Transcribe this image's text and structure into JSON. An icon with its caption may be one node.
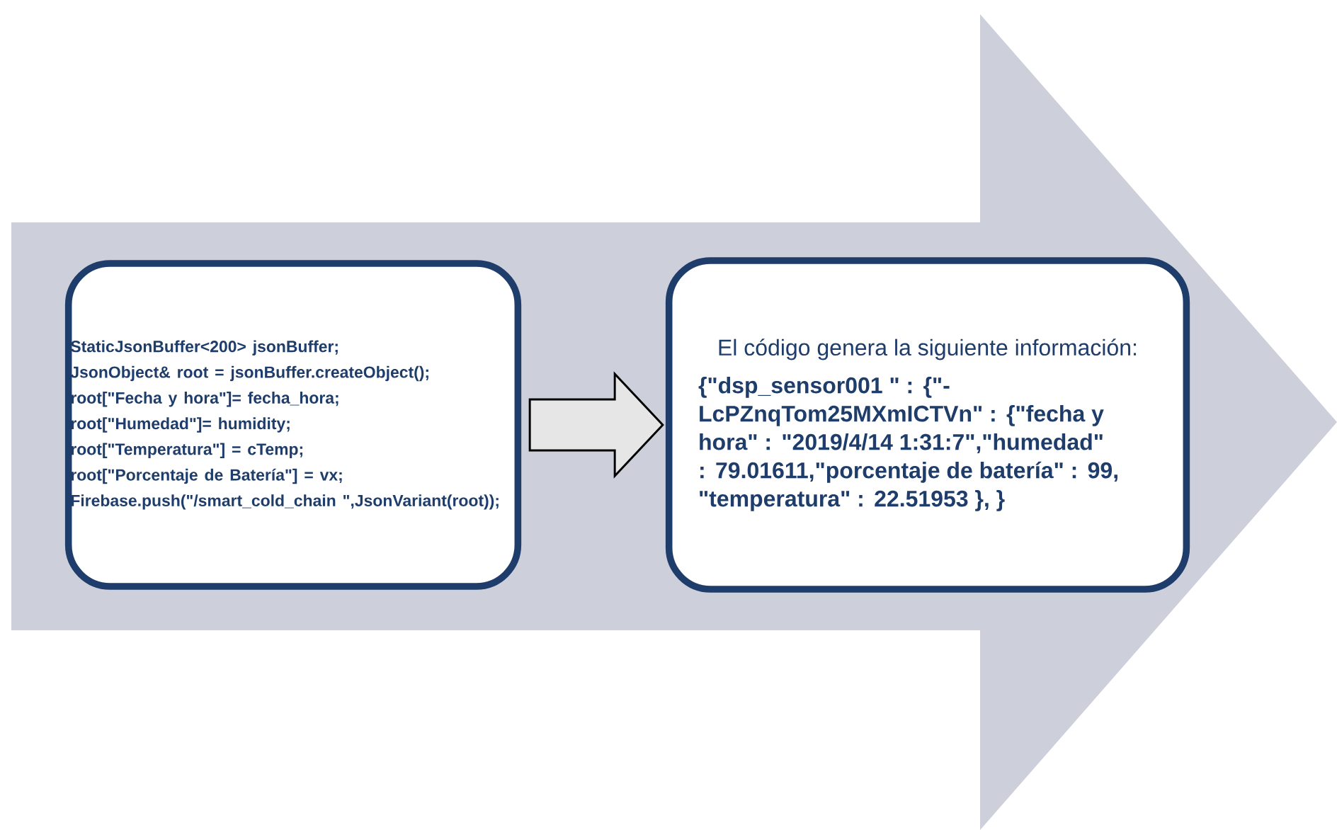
{
  "diagram": {
    "nodes": [
      {
        "text": [
          "StaticJsonBuffer<200> jsonBuffer;",
          "JsonObject& root = jsonBuffer.createObject();",
          "root[\"Fecha y hora\"]= fecha_hora;",
          "root[\"Humedad\"]= humidity;",
          "root[\"Temperatura\"] = cTemp;",
          "root[\"Porcentaje de Batería\"] = vx;",
          "Firebase.push(\"/smart_cold_chain \",JsonVariant(root));"
        ]
      },
      {
        "text": [
          "El código genera la siguiente información:",
          "{\"dsp_sensor001 \" : {\"-LcPZnqTom25MXmICTVn\" : {\"fecha y hora\" : \"2019/4/14 1:31:7\",\"humedad\" : 79.01611,\"porcentaje de batería\" : 99, \"temperatura\" : 22.51953 }, }"
        ]
      }
    ],
    "edges": [
      {
        "from": 0,
        "to": 1,
        "arrow": "to"
      }
    ]
  }
}
